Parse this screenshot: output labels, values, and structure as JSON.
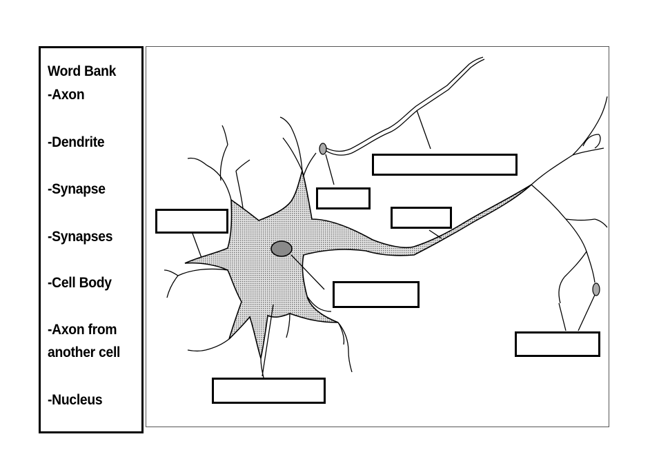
{
  "word_bank": {
    "title": "Word Bank",
    "items": [
      "-Axon",
      "-Dendrite",
      "-Synapse",
      "-Synapses",
      "-Cell Body",
      "-Axon from",
      "another cell",
      "-Nucleus"
    ]
  },
  "label_boxes": [
    {
      "id": "axon-from-another-cell",
      "value": ""
    },
    {
      "id": "synapse-top",
      "value": ""
    },
    {
      "id": "axon-middle",
      "value": ""
    },
    {
      "id": "dendrite-left",
      "value": ""
    },
    {
      "id": "nucleus",
      "value": ""
    },
    {
      "id": "cell-body",
      "value": ""
    },
    {
      "id": "synapses-right",
      "value": ""
    }
  ],
  "colors": {
    "ink": "#000000",
    "cell_fill": "#c9c9c9",
    "background": "#ffffff"
  }
}
